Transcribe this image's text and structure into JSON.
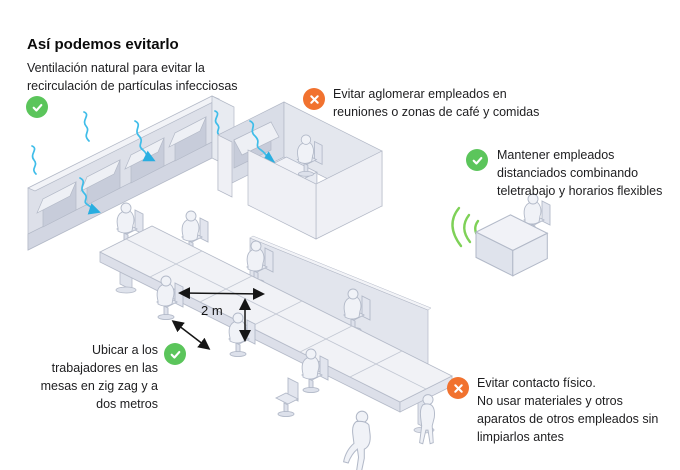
{
  "title": "Así podemos evitarlo",
  "labels": {
    "distance": "2 m"
  },
  "annotations": {
    "ventilation": {
      "icon": "check-icon",
      "lines": [
        "Ventilación natural para evitar la",
        "recirculación de partículas infecciosas"
      ]
    },
    "crowding": {
      "icon": "cross-icon",
      "lines": [
        "Evitar aglomerar empleados en",
        "reuniones o zonas de café y comidas"
      ]
    },
    "distancing": {
      "icon": "check-icon",
      "lines": [
        "Mantener empleados",
        "distanciados combinando",
        "teletrabajo y horarios flexibles"
      ]
    },
    "zigzag": {
      "icon": "check-icon",
      "lines": [
        "Ubicar a los",
        "trabajadores en las",
        "mesas en zig zag y a",
        "dos metros"
      ]
    },
    "contact": {
      "icon": "cross-icon",
      "lines": [
        "Evitar contacto físico.",
        "No usar materiales y otros",
        "aparatos de otros empleados sin",
        "limpiarlos antes"
      ]
    }
  },
  "colors": {
    "check_green": "#5bc55b",
    "cross_orange": "#f1722f",
    "air_blue": "#3fbde9",
    "wifi_green": "#7ed157"
  }
}
